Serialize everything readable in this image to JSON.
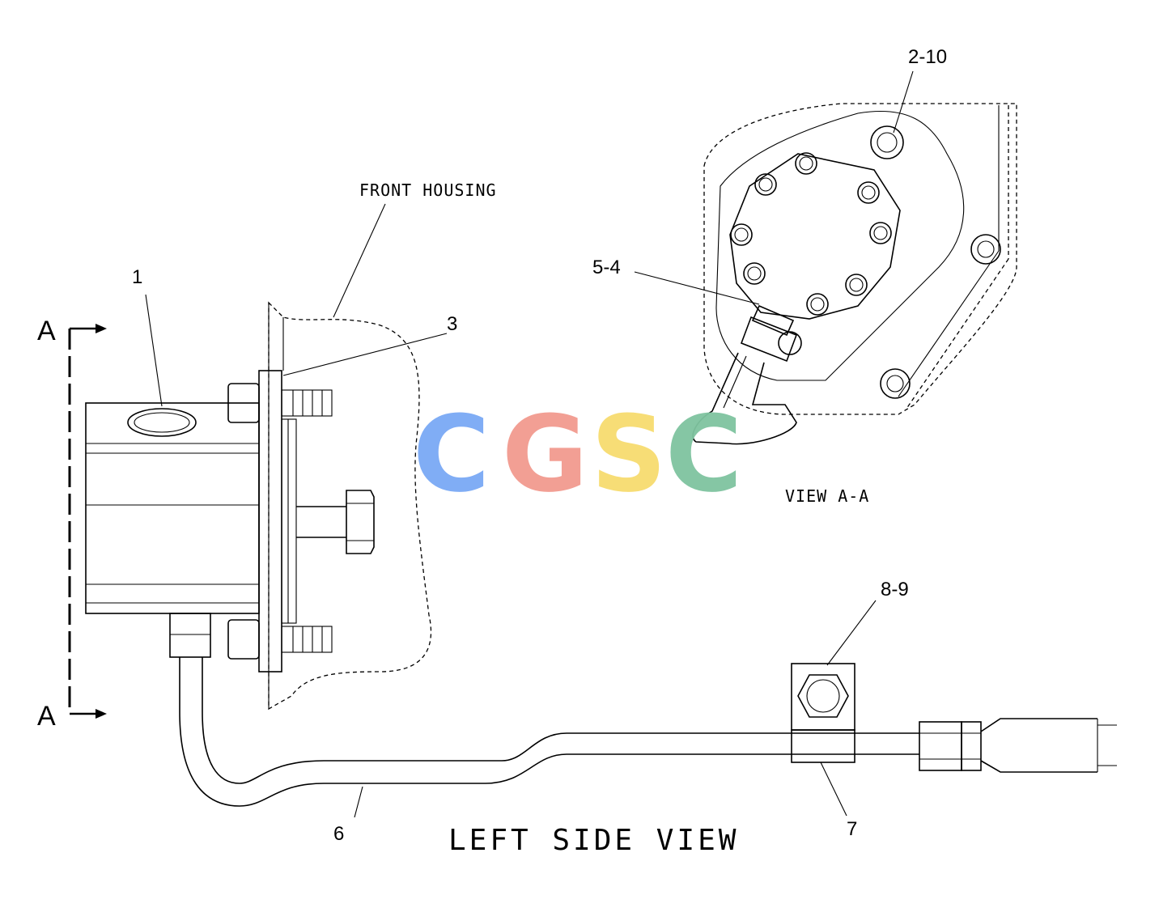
{
  "labels": {
    "front_housing": "FRONT HOUSING",
    "view_aa": "VIEW A-A",
    "left_side_view": "LEFT SIDE VIEW",
    "section_top": "A",
    "section_bottom": "A"
  },
  "callouts": {
    "c1": "1",
    "c2_10": "2-10",
    "c3": "3",
    "c5_4": "5-4",
    "c6": "6",
    "c7": "7",
    "c8_9": "8-9"
  },
  "watermark": {
    "letters": [
      "C",
      "G",
      "S",
      "C"
    ],
    "colors": [
      "#7aa9f5",
      "#f29a8f",
      "#f7dc6f",
      "#7fc4a0"
    ]
  }
}
